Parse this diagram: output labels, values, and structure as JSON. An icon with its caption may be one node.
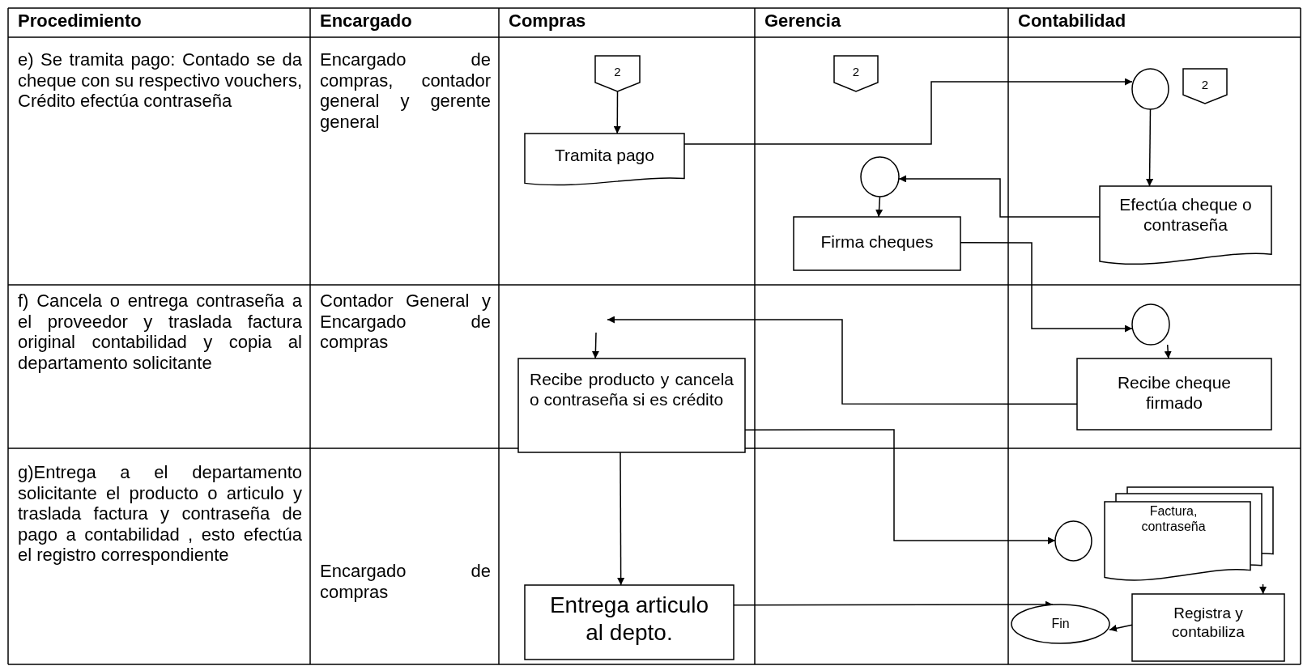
{
  "diagram": {
    "nodes": [
      {
        "text": [
          "2"
        ]
      },
      {
        "text": [
          "2"
        ]
      },
      {
        "text": [],
        "shape": "circle"
      },
      {
        "text": [
          "2"
        ]
      },
      {
        "text": [
          "Tramita pago"
        ]
      },
      {
        "text": [],
        "shape": "circle"
      },
      {
        "text": [
          "Firma cheques"
        ]
      },
      {
        "text": [
          "Efectúa cheque o contraseña"
        ]
      },
      {
        "text": [],
        "shape": "circle"
      },
      {
        "text": [
          "Recibe cheque firmado"
        ]
      },
      {
        "text": [
          "Recibe producto y cancela o contraseña si es crédito"
        ]
      },
      {
        "text": [],
        "shape": "circle"
      },
      {
        "text": [
          "Factura, contraseña"
        ]
      },
      {
        "text": [
          "Entrega articulo al depto."
        ]
      },
      {
        "text": [
          "Registra y contabiliza"
        ]
      },
      {
        "text": [
          "Fin"
        ]
      }
    ],
    "edges": [
      {
        "from": 0,
        "to": 4,
        "arrow": "to"
      },
      {
        "from": 4,
        "to": 2,
        "arrow": "to"
      },
      {
        "from": 2,
        "to": 7,
        "arrow": "to"
      },
      {
        "from": 7,
        "to": 5,
        "arrow": "to"
      },
      {
        "from": 5,
        "to": 6,
        "arrow": "to"
      },
      {
        "from": 6,
        "to": 8,
        "arrow": "to"
      },
      {
        "from": 8,
        "to": 9,
        "arrow": "to"
      },
      {
        "from": 9,
        "to": null,
        "arrow": "to"
      },
      {
        "from": null,
        "to": 10,
        "arrow": "to"
      },
      {
        "from": 10,
        "to": 11,
        "arrow": "to"
      },
      {
        "from": 10,
        "to": 13,
        "arrow": "to"
      },
      {
        "from": 12,
        "to": 14,
        "arrow": "to"
      },
      {
        "from": 13,
        "to": 15,
        "arrow": "to"
      },
      {
        "from": 14,
        "to": 15,
        "arrow": "to"
      }
    ],
    "labels": [
      "Procedimiento",
      "Encargado",
      "Compras",
      "Gerencia",
      "Contabilidad",
      "e) Se tramita pago: Contado se da cheque con su respectivo vouchers, Crédito efectúa contraseña",
      "Encargado de compras, contador general y gerente general",
      "f) Cancela o entrega contraseña a el proveedor y traslada factura original contabilidad y copia al departamento solicitante",
      "Contador General y Encargado de compras",
      "g)Entrega a el departamento solicitante el producto o articulo y traslada factura y contraseña de pago a contabilidad , esto efectúa el registro correspondiente",
      "Encargado de compras"
    ]
  }
}
